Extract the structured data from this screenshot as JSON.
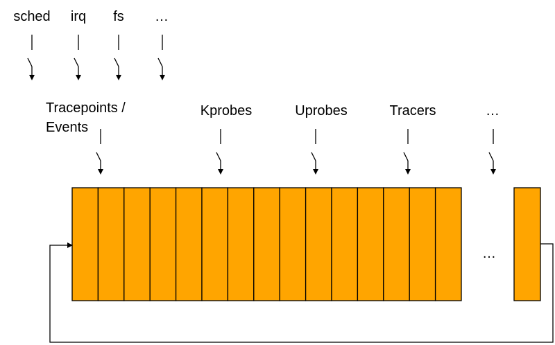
{
  "top_sources": [
    {
      "label": "sched"
    },
    {
      "label": "irq"
    },
    {
      "label": "fs"
    },
    {
      "label": "…"
    }
  ],
  "hook_labels": {
    "tracepoints_line1": "Tracepoints /",
    "tracepoints_line2": "Events",
    "kprobes": "Kprobes",
    "uprobes": "Uprobes",
    "tracers": "Tracers",
    "more": "…"
  },
  "buffer": {
    "slot_count": 15,
    "gap_label": "…",
    "fill_color": "#FFA500",
    "stroke_color": "#000000"
  }
}
